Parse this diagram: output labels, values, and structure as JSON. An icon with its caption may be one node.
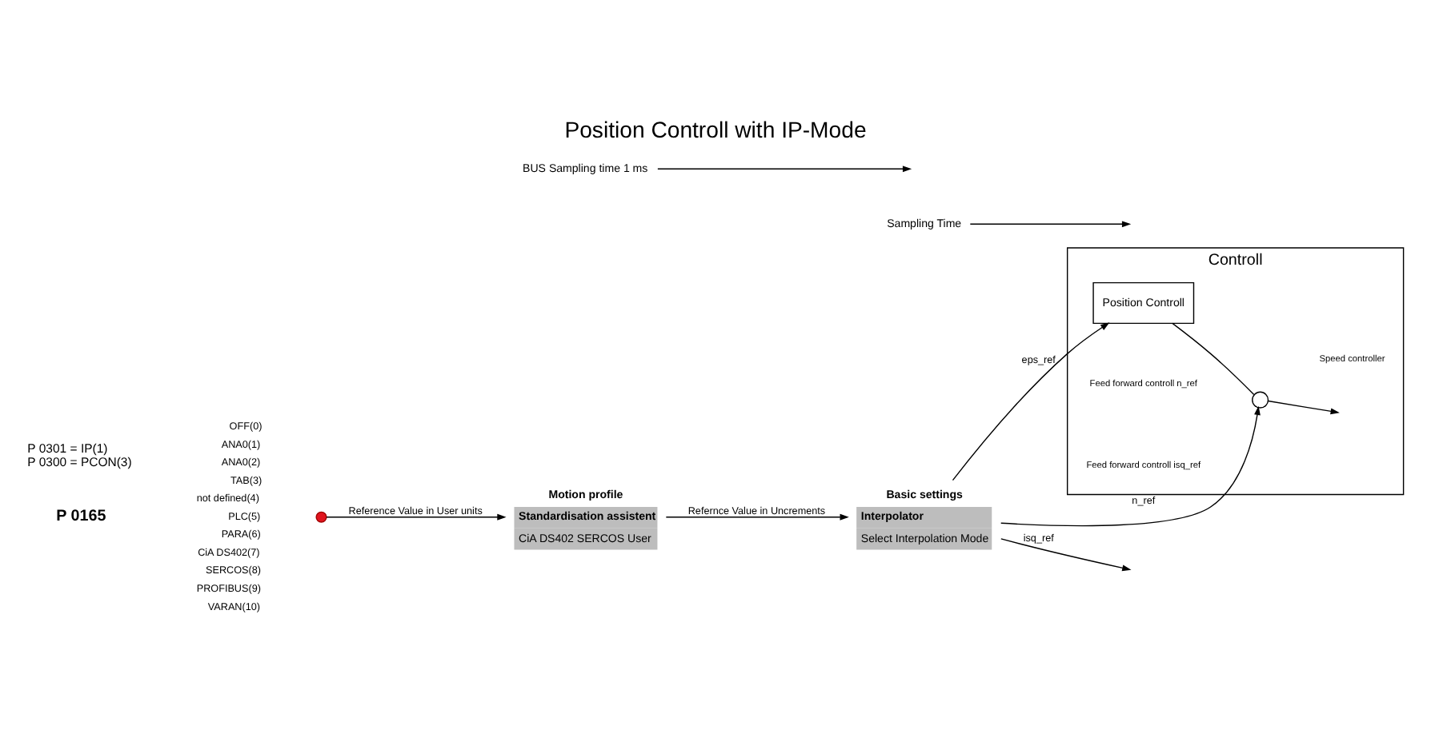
{
  "diagram": {
    "title": "Position Controll with IP-Mode",
    "nodes": [
      {
        "text": [
          "P 0165"
        ]
      },
      {
        "text": [],
        "shape": "circle"
      },
      {
        "text": [
          "Motion profile",
          "Standardisation assistent",
          "CiA DS402 SERCOS User"
        ]
      },
      {
        "text": [
          "Basic settings",
          "Interpolator",
          "Select Interpolation Mode"
        ]
      },
      {
        "text": [
          "Controll"
        ]
      },
      {
        "text": [
          "Position Controll"
        ],
        "in": 4
      },
      {
        "text": [],
        "shape": "circle",
        "in": 4
      },
      {
        "text": [
          "Sampling Time"
        ]
      },
      {
        "text": [
          "BUS Sampling time 1 ms"
        ]
      }
    ],
    "edges": [
      {
        "from": 1,
        "to": 2,
        "arrow": "to",
        "label": "Reference Value in User units"
      },
      {
        "from": 2,
        "to": 3,
        "arrow": "to",
        "label": "Refernce Value in Uncrements"
      },
      {
        "from": 3,
        "to": null,
        "arrow": "to",
        "label": "isq_ref"
      },
      {
        "from": 3,
        "to": 6,
        "arrow": "to",
        "label": "n_ref"
      },
      {
        "from": 3,
        "to": 5,
        "arrow": "to",
        "label": "eps_ref"
      },
      {
        "from": 5,
        "to": 6,
        "arrow": "none"
      },
      {
        "from": 6,
        "to": null,
        "arrow": "to"
      },
      {
        "from": 7,
        "to": null,
        "arrow": "to"
      },
      {
        "from": 8,
        "to": null,
        "arrow": "to"
      }
    ],
    "labels": [
      "P 0301 = IP(1)",
      "P 0300 = PCON(3)",
      "OFF(0)",
      "ANA0(1)",
      "ANA0(2)",
      "TAB(3)",
      "not defined(4)",
      "PLC(5)",
      "PARA(6)",
      "CiA DS402(7)",
      "SERCOS(8)",
      "PROFIBUS(9)",
      "VARAN(10)",
      "Feed forward controll isq_ref",
      "Feed forward controll n_ref",
      "Speed controller"
    ]
  }
}
